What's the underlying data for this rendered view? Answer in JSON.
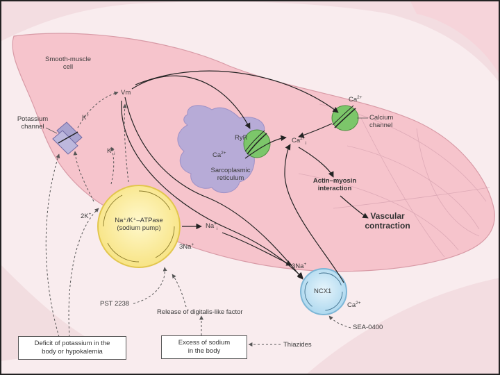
{
  "labels": {
    "smooth_muscle_cell": [
      "Smooth-muscle",
      "cell"
    ],
    "potassium_channel": [
      "Potassium",
      "channel"
    ],
    "calcium_channel": [
      "Calcium",
      "channel"
    ],
    "sarcoplasmic_reticulum": [
      "Sarcoplasmic",
      "reticulum"
    ],
    "ryr": "RyR",
    "vm": "Vm",
    "k_plus_out": "K",
    "k_plus_in": "K",
    "k_plus_in_sub": "i",
    "two_k": "2K",
    "ca_channel_ion": "Ca",
    "ca_sr": "Ca",
    "ca_i": "Ca",
    "ca_i_sub": "i",
    "ca_ncx": "Ca",
    "charge_plus": "+",
    "charge_2plus": "2+",
    "na_i": "Na",
    "na_i_sub": "i",
    "three_na_pump": "3Na",
    "three_na_ncx": "3Na",
    "pump": [
      "Na⁺/K⁺–ATPase",
      "(sodium pump)"
    ],
    "ncx": "NCX1",
    "actin_myosin": [
      "Actin–myosin",
      "interaction"
    ],
    "vascular_contraction": [
      "Vascular",
      "contraction"
    ],
    "pst": "PST 2238",
    "digitalis": "Release of digitalis-like factor",
    "sea": "SEA-0400",
    "thiazides": "Thiazides"
  },
  "boxes": {
    "potassium_deficit": [
      "Deficit of potassium in the",
      "body or hypokalemia"
    ],
    "sodium_excess": [
      "Excess of sodium",
      "in the body"
    ]
  },
  "colors": {
    "cell_fill": "#f6c9cf",
    "background_tissue": "#f7e3e6",
    "sr_fill": "#b9aed6",
    "channel_green": "#7ec46a",
    "pump_fill": "#fbf0a8",
    "ncx_fill": "#bfe1f2",
    "potassium_channel": "#a9a3cf",
    "arrow": "#222222"
  }
}
